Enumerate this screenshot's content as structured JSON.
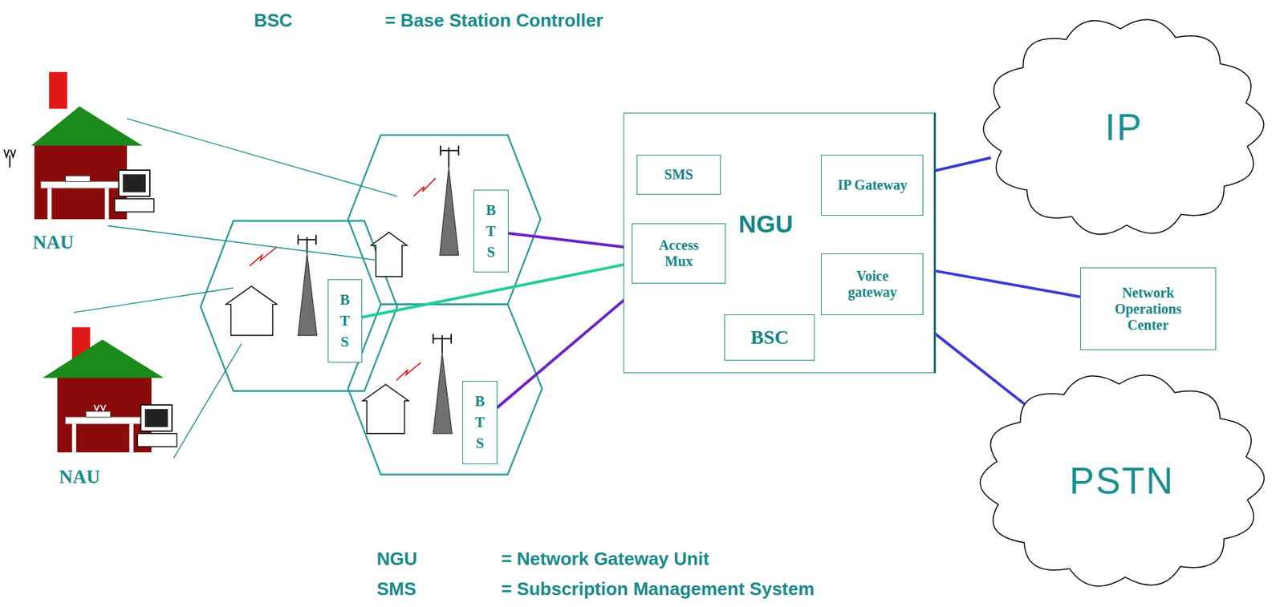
{
  "diagram": {
    "nodes": [
      {
        "text": [
          "BTS"
        ]
      },
      {
        "text": [
          "BTS"
        ]
      },
      {
        "text": [
          "BTS"
        ]
      },
      {
        "text": [
          "NGU"
        ]
      },
      {
        "text": [
          "SMS"
        ],
        "in": 3
      },
      {
        "text": [
          "IP Gateway"
        ],
        "in": 3
      },
      {
        "text": [
          "Access Mux"
        ],
        "in": 3
      },
      {
        "text": [
          "Voice gateway"
        ],
        "in": 3
      },
      {
        "text": [
          "BSC"
        ],
        "in": 3
      },
      {
        "text": [
          "IP"
        ]
      },
      {
        "text": [
          "Network Operations Center"
        ]
      },
      {
        "text": [
          "PSTN"
        ]
      }
    ],
    "edges": [
      {
        "from": 0,
        "to": 6,
        "arrow": "none"
      },
      {
        "from": 1,
        "to": 6,
        "arrow": "none"
      },
      {
        "from": 2,
        "to": 6,
        "arrow": "none"
      },
      {
        "from": 5,
        "to": 9,
        "arrow": "none"
      },
      {
        "from": 3,
        "to": 10,
        "arrow": "none"
      },
      {
        "from": 7,
        "to": 11,
        "arrow": "none"
      }
    ],
    "labels": [
      "BSC",
      "= Base Station Controller",
      "NAU",
      "NAU",
      "NGU",
      "= Network Gateway Unit",
      "SMS",
      "= Subscription Management System"
    ]
  }
}
